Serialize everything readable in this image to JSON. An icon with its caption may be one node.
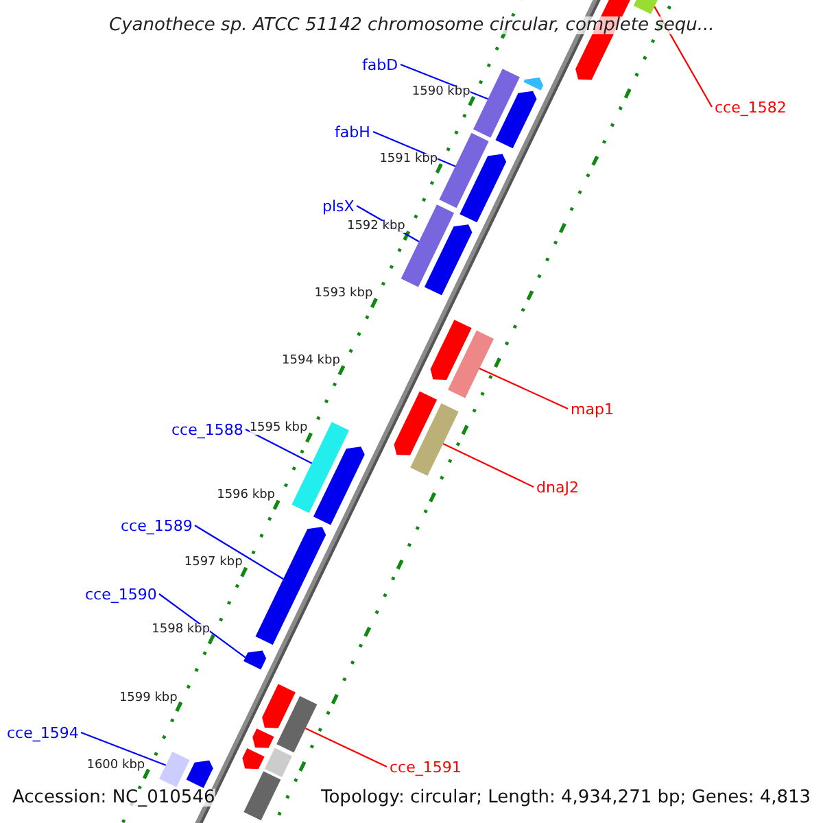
{
  "diagram": {
    "title": "Cyanothece sp. ATCC 51142 chromosome circular, complete sequ...",
    "nodes": [
      {
        "text": [
          "cce_1582"
        ]
      },
      {
        "text": [],
        "shape": "box"
      },
      {
        "text": [
          "fabD"
        ]
      },
      {
        "text": [],
        "shape": "box"
      },
      {
        "text": [
          "fabH"
        ]
      },
      {
        "text": [],
        "shape": "box"
      },
      {
        "text": [
          "plsX"
        ]
      },
      {
        "text": [],
        "shape": "box"
      },
      {
        "text": [
          "map1"
        ]
      },
      {
        "text": [],
        "shape": "box"
      },
      {
        "text": [
          "dnaJ2"
        ]
      },
      {
        "text": [],
        "shape": "box"
      },
      {
        "text": [
          "cce_1588"
        ]
      },
      {
        "text": [],
        "shape": "box"
      },
      {
        "text": [
          "cce_1589"
        ]
      },
      {
        "text": [],
        "shape": "box"
      },
      {
        "text": [
          "cce_1590"
        ]
      },
      {
        "text": [],
        "shape": "box"
      },
      {
        "text": [
          "cce_1591"
        ]
      },
      {
        "text": [],
        "shape": "box"
      },
      {
        "text": [
          "cce_1594"
        ]
      },
      {
        "text": [],
        "shape": "box"
      },
      {
        "text": [],
        "shape": "box"
      }
    ],
    "edges": [
      {
        "from": 0,
        "to": 1,
        "arrow": "none",
        "color": "#ff0000"
      },
      {
        "from": 2,
        "to": 3,
        "arrow": "none"
      },
      {
        "from": 4,
        "to": 5,
        "arrow": "none"
      },
      {
        "from": 6,
        "to": 7,
        "arrow": "none"
      },
      {
        "from": 8,
        "to": 9,
        "arrow": "none",
        "color": "#ff0000"
      },
      {
        "from": 10,
        "to": 11,
        "arrow": "none",
        "color": "#ff0000"
      },
      {
        "from": 12,
        "to": 13,
        "arrow": "none"
      },
      {
        "from": 14,
        "to": 15,
        "arrow": "none"
      },
      {
        "from": 16,
        "to": 17,
        "arrow": "none"
      },
      {
        "from": 18,
        "to": 19,
        "arrow": "none",
        "color": "#ff0000"
      },
      {
        "from": 20,
        "to": 21,
        "arrow": "none"
      }
    ],
    "labels": [
      "1590 kbp",
      "1591 kbp",
      "1592 kbp",
      "1593 kbp",
      "1594 kbp",
      "1595 kbp",
      "1596 kbp",
      "1597 kbp",
      "1598 kbp",
      "1599 kbp",
      "1600 kbp",
      "Accession: NC_010546",
      "Topology: circular; Length: 4,934,271 bp; Genes: 4,813"
    ]
  }
}
